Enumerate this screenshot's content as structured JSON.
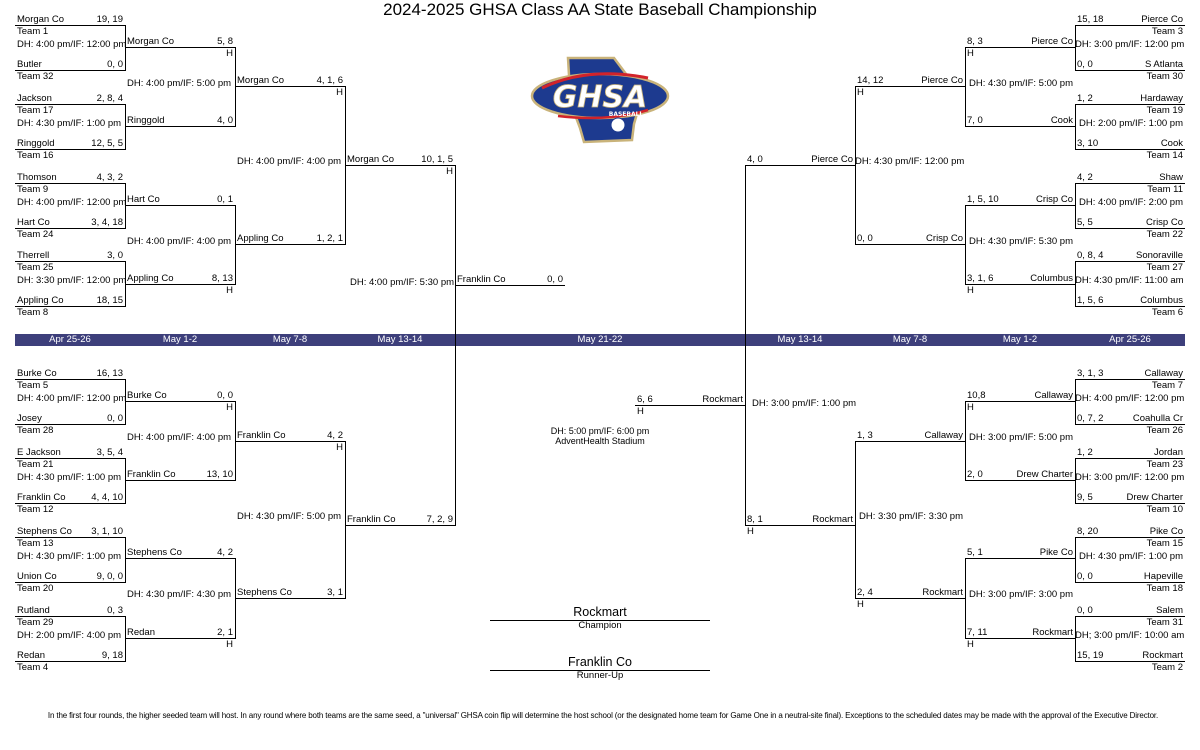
{
  "title": "2024-2025 GHSA Class AA State Baseball Championship",
  "logo": {
    "text": "GHSA",
    "sub": "BASEBALL"
  },
  "dates": [
    "Apr 25-26",
    "May 1-2",
    "May 7-8",
    "May 13-14",
    "May 21-22",
    "May 13-14",
    "May 7-8",
    "May 1-2",
    "Apr 25-26"
  ],
  "colors": {
    "date_bar": "#3d3f7b",
    "logo_blue": "#1d3a8f",
    "logo_red": "#d2232a",
    "logo_gold": "#c9b37a"
  },
  "left": {
    "rounds": [
      [
        {
          "top": {
            "name": "Morgan Co",
            "score": "19, 19",
            "seed": "Team 1"
          },
          "bottom": {
            "name": "Butler",
            "score": "0, 0",
            "seed": "Team 32"
          },
          "schedule": "DH: 4:00 pm/IF: 12:00 pm"
        },
        {
          "top": {
            "name": "Jackson",
            "score": "2, 8, 4",
            "seed": "Team 17"
          },
          "bottom": {
            "name": "Ringgold",
            "score": "12, 5, 5",
            "seed": "Team 16"
          },
          "schedule": "DH: 4:30 pm/IF: 1:00 pm"
        },
        {
          "top": {
            "name": "Thomson",
            "score": "4, 3, 2",
            "seed": "Team 9"
          },
          "bottom": {
            "name": "Hart Co",
            "score": "3, 4, 18",
            "seed": "Team 24"
          },
          "schedule": "DH: 4:00 pm/IF: 12:00 pm"
        },
        {
          "top": {
            "name": "Therrell",
            "score": "3, 0",
            "seed": "Team 25"
          },
          "bottom": {
            "name": "Appling Co",
            "score": "18, 15",
            "seed": "Team 8"
          },
          "schedule": "DH: 3:30 pm/IF: 12:00 pm"
        },
        {
          "top": {
            "name": "Burke Co",
            "score": "16, 13",
            "seed": "Team 5"
          },
          "bottom": {
            "name": "Josey",
            "score": "0, 0",
            "seed": "Team 28"
          },
          "schedule": "DH: 4:00 pm/IF: 12:00 pm"
        },
        {
          "top": {
            "name": "E Jackson",
            "score": "3, 5, 4",
            "seed": "Team 21"
          },
          "bottom": {
            "name": "Franklin Co",
            "score": "4, 4, 10",
            "seed": "Team 12"
          },
          "schedule": "DH: 4:30 pm/IF: 1:00 pm"
        },
        {
          "top": {
            "name": "Stephens Co",
            "score": "3, 1, 10",
            "seed": "Team 13"
          },
          "bottom": {
            "name": "Union Co",
            "score": "9, 0, 0",
            "seed": "Team 20"
          },
          "schedule": "DH: 4:30 pm/IF: 1:00 pm"
        },
        {
          "top": {
            "name": "Rutland",
            "score": "0, 3",
            "seed": "Team 29"
          },
          "bottom": {
            "name": "Redan",
            "score": "9, 18",
            "seed": "Team 4"
          },
          "schedule": "DH: 2:00 pm/IF: 4:00 pm"
        }
      ],
      [
        {
          "top": {
            "name": "Morgan Co",
            "score": "5, 8",
            "home": "H"
          },
          "bottom": {
            "name": "Ringgold",
            "score": "4, 0"
          },
          "schedule": "DH: 4:00 pm/IF: 5:00 pm"
        },
        {
          "top": {
            "name": "Hart Co",
            "score": "0, 1"
          },
          "bottom": {
            "name": "Appling Co",
            "score": "8, 13",
            "home": "H"
          },
          "schedule": "DH: 4:00 pm/IF: 4:00 pm"
        },
        {
          "top": {
            "name": "Burke Co",
            "score": "0, 0",
            "home": "H"
          },
          "bottom": {
            "name": "Franklin Co",
            "score": "13, 10"
          },
          "schedule": "DH: 4:00 pm/IF: 4:00 pm"
        },
        {
          "top": {
            "name": "Stephens Co",
            "score": "4, 2"
          },
          "bottom": {
            "name": "Redan",
            "score": "2, 1",
            "home": "H"
          },
          "schedule": "DH: 4:30 pm/IF: 4:30 pm"
        }
      ],
      [
        {
          "top": {
            "name": "Morgan Co",
            "score": "4, 1, 6",
            "home": "H"
          },
          "bottom": {
            "name": "Appling Co",
            "score": "1, 2, 1"
          },
          "schedule": "DH: 4:00 pm/IF: 4:00 pm"
        },
        {
          "top": {
            "name": "Franklin Co",
            "score": "4, 2",
            "home": "H"
          },
          "bottom": {
            "name": "Stephens Co",
            "score": "3, 1"
          },
          "schedule": "DH: 4:30 pm/IF: 5:00 pm"
        }
      ],
      [
        {
          "top": {
            "name": "Morgan Co",
            "score": "10, 1, 5",
            "home": "H"
          },
          "bottom": {
            "name": "Franklin Co",
            "score": "7, 2, 9"
          },
          "schedule": "DH: 4:00 pm/IF: 5:30 pm"
        }
      ]
    ]
  },
  "right": {
    "rounds": [
      [
        {
          "top": {
            "name": "Pierce Co",
            "score": "15, 18",
            "seed": "Team 3"
          },
          "bottom": {
            "name": "S Atlanta",
            "score": "0, 0",
            "seed": "Team 30"
          },
          "schedule": "DH: 3:00 pm/IF: 12:00 pm"
        },
        {
          "top": {
            "name": "Hardaway",
            "score": "1, 2",
            "seed": "Team 19"
          },
          "bottom": {
            "name": "Cook",
            "score": "3, 10",
            "seed": "Team 14"
          },
          "schedule": "DH: 2:00 pm/IF: 1:00 pm"
        },
        {
          "top": {
            "name": "Shaw",
            "score": "4, 2",
            "seed": "Team 11"
          },
          "bottom": {
            "name": "Crisp Co",
            "score": "5, 5",
            "seed": "Team 22"
          },
          "schedule": "DH: 4:00 pm/IF: 2:00 pm"
        },
        {
          "top": {
            "name": "Sonoraville",
            "score": "0, 8, 4",
            "seed": "Team 27"
          },
          "bottom": {
            "name": "Columbus",
            "score": "1, 5, 6",
            "seed": "Team 6"
          },
          "schedule": "DH: 4:30 pm/IF: 11:00 am"
        },
        {
          "top": {
            "name": "Callaway",
            "score": "3, 1, 3",
            "seed": "Team 7"
          },
          "bottom": {
            "name": "Coahulla Cr",
            "score": "0, 7, 2",
            "seed": "Team 26"
          },
          "schedule": "DH: 4:00 pm/IF: 12:00 pm"
        },
        {
          "top": {
            "name": "Jordan",
            "score": "1, 2",
            "seed": "Team 23"
          },
          "bottom": {
            "name": "Drew Charter",
            "score": "9, 5",
            "seed": "Team 10"
          },
          "schedule": "DH: 3:00 pm/IF: 12:00 pm"
        },
        {
          "top": {
            "name": "Pike Co",
            "score": "8, 20",
            "seed": "Team 15"
          },
          "bottom": {
            "name": "Hapeville",
            "score": "0, 0",
            "seed": "Team 18"
          },
          "schedule": "DH: 4:30 pm/IF: 1:00 pm"
        },
        {
          "top": {
            "name": "Salem",
            "score": "0, 0",
            "seed": "Team 31"
          },
          "bottom": {
            "name": "Rockmart",
            "score": "15, 19",
            "seed": "Team 2"
          },
          "schedule": "DH; 3:00 pm/IF: 10:00 am"
        }
      ],
      [
        {
          "top": {
            "name": "Pierce Co",
            "score": "8, 3",
            "home": "H"
          },
          "bottom": {
            "name": "Cook",
            "score": "7, 0"
          },
          "schedule": "DH: 4:30 pm/IF: 5:00 pm"
        },
        {
          "top": {
            "name": "Crisp Co",
            "score": "1, 5, 10"
          },
          "bottom": {
            "name": "Columbus",
            "score": "3, 1, 6",
            "home": "H"
          },
          "schedule": "DH: 4:30 pm/IF: 5:30 pm"
        },
        {
          "top": {
            "name": "Callaway",
            "score": "10,8",
            "home": "H"
          },
          "bottom": {
            "name": "Drew Charter",
            "score": "2, 0"
          },
          "schedule": "DH: 3:00 pm/IF: 5:00 pm"
        },
        {
          "top": {
            "name": "Pike Co",
            "score": "5, 1"
          },
          "bottom": {
            "name": "Rockmart",
            "score": "7, 11",
            "home": "H"
          },
          "schedule": "DH: 3:00 pm/IF: 3:00 pm"
        }
      ],
      [
        {
          "top": {
            "name": "Pierce Co",
            "score": "14, 12",
            "home": "H"
          },
          "bottom": {
            "name": "Crisp Co",
            "score": "0, 0"
          },
          "schedule": "DH: 4:30 pm/IF: 12:00 pm"
        },
        {
          "top": {
            "name": "Callaway",
            "score": "1, 3"
          },
          "bottom": {
            "name": "Rockmart",
            "score": "2, 4",
            "home": "H"
          },
          "schedule": "DH: 3:30 pm/IF: 3:30 pm"
        }
      ],
      [
        {
          "top": {
            "name": "Pierce Co",
            "score": "4, 0"
          },
          "bottom": {
            "name": "Rockmart",
            "score": "8, 1",
            "home": "H"
          },
          "schedule": "DH: 3:00 pm/IF: 1:00 pm"
        }
      ]
    ]
  },
  "final": {
    "left": {
      "name": "Franklin Co",
      "score": "0, 0"
    },
    "right": {
      "name": "Rockmart",
      "score": "6, 6",
      "home": "H"
    },
    "schedule": "DH: 5:00 pm/IF: 6:00 pm",
    "venue": "AdventHealth Stadium"
  },
  "champion": {
    "name": "Rockmart",
    "label": "Champion"
  },
  "runner_up": {
    "name": "Franklin Co",
    "label": "Runner-Up"
  },
  "footer": "In the first four rounds, the higher seeded team will host. In any round where both teams are the same seed, a \"universal\" GHSA coin flip will determine the host school (or the designated home team for Game One in a neutral-site final). Exceptions to the scheduled dates may be made with the approval of the Executive Director."
}
